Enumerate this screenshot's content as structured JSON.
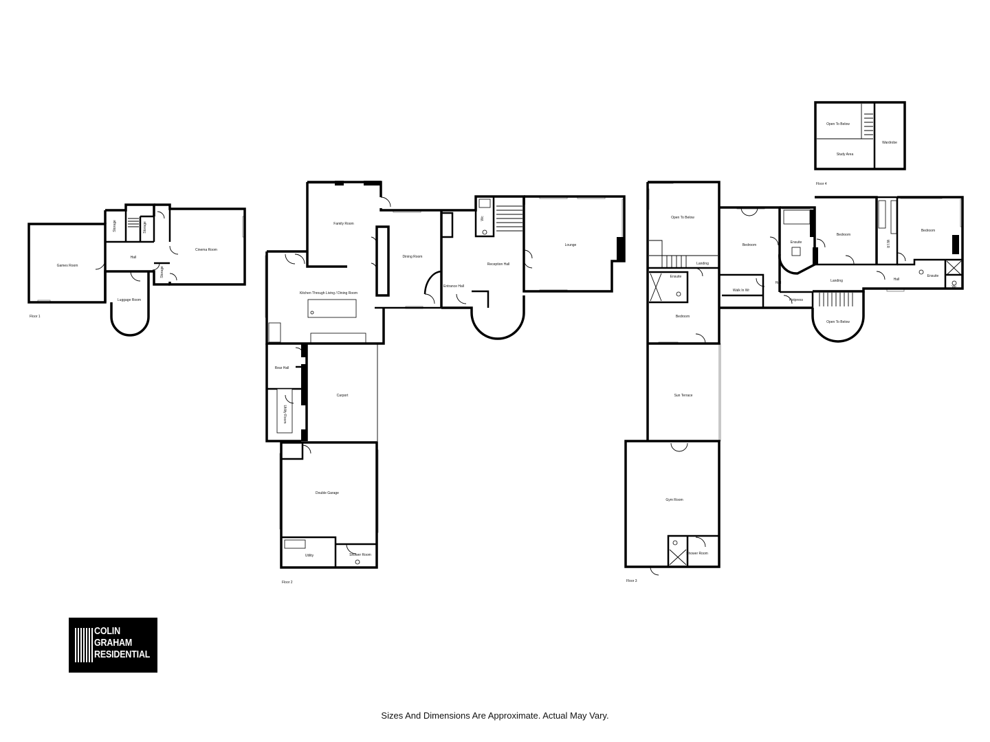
{
  "floors": {
    "floor1": {
      "label": "Floor 1",
      "rooms": {
        "games_room": "Games Room",
        "hall": "Hall",
        "storage_a": "Storage",
        "storage_b": "Storage",
        "storage_c": "Storage",
        "cinema_room": "Cinema Room",
        "luggage_room": "Luggage Room"
      }
    },
    "floor2": {
      "label": "Floor 2",
      "rooms": {
        "family_room": "Family Room",
        "dining_room": "Dining Room",
        "wc": "Wc",
        "reception_hall": "Reception Hall",
        "lounge": "Lounge",
        "kitchen": "Kitchen Through Living / Dining Room",
        "entrance_hall": "Entrance Hall",
        "rear_hall": "Rear Hall",
        "utility_room": "Utility Room",
        "carport": "Carport",
        "double_garage": "Double Garage",
        "utility": "Utility",
        "shower_room": "Shower Room"
      }
    },
    "floor3": {
      "label": "Floor 3",
      "rooms": {
        "open_to_below": "Open To Below",
        "landing_a": "Landing",
        "ensuite_a": "Ensuite",
        "bedroom_a": "Bedroom",
        "bedroom_b": "Bedroom",
        "walk_in_wr": "Walk In Wr",
        "hall_a": "Hall",
        "ensuite_b": "Ensuite",
        "hotpress": "Hotpress",
        "bedroom_c": "Bedroom",
        "landing_b": "Landing",
        "open_to_below_b": "Open To Below",
        "wir": "W.I.R",
        "bedroom_d": "Bedroom",
        "hall_b": "Hall",
        "ensuite_c": "Ensuite",
        "wc": "Wc",
        "sun_terrace": "Sun Terrace",
        "gym_room": "Gym Room",
        "shower_room": "Shower Room"
      }
    },
    "floor4": {
      "label": "Floor 4",
      "rooms": {
        "open_to_below": "Open To Below",
        "study_area": "Study Area",
        "wardrobe": "Wardrobe"
      }
    }
  },
  "logo": {
    "line1": "COLIN",
    "line2": "GRAHAM",
    "line3": "RESIDENTIAL"
  },
  "disclaimer": "Sizes And Dimensions Are Approximate. Actual May Vary."
}
